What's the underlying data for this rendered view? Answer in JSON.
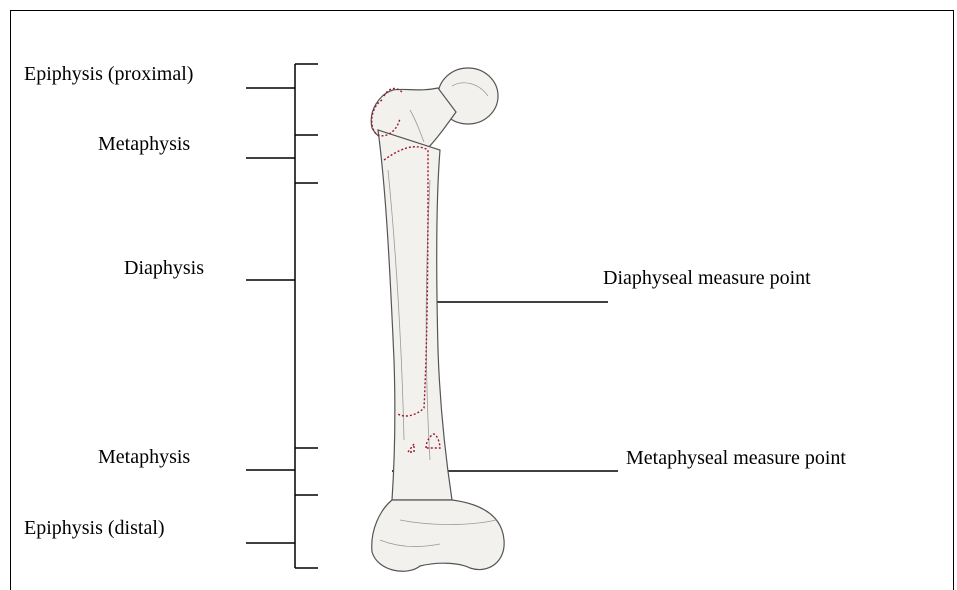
{
  "labels": {
    "epiphysis_proximal": "Epiphysis (proximal)",
    "metaphysis_upper": "Metaphysis",
    "diaphysis": "Diaphysis",
    "metaphysis_lower": "Metaphysis",
    "epiphysis_distal": "Epiphysis (distal)",
    "diaphyseal_point": "Diaphyseal measure point",
    "metaphyseal_point": "Metaphyseal measure point"
  },
  "colors": {
    "line": "#000000",
    "bone_fill": "#f3f1ee",
    "bone_shade": "#9a9a9a",
    "marker": "#9b1c2c"
  },
  "illustration": "femur-bone-drawing"
}
